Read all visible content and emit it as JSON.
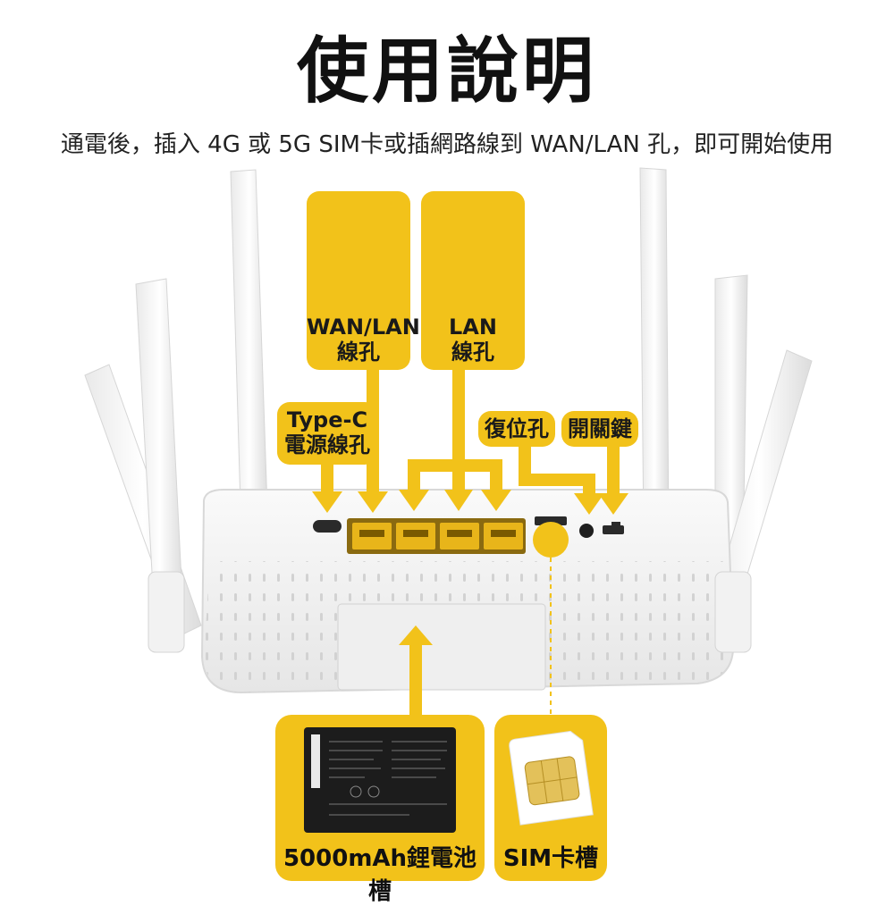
{
  "header": {
    "title": "使用說明",
    "subtitle": "通電後，插入 4G 或 5G SIM卡或插網路線到 WAN/LAN 孔，即可開始使用"
  },
  "labels": {
    "wan_lan": {
      "line1": "WAN/LAN",
      "line2": "線孔"
    },
    "lan": {
      "line1": "LAN",
      "line2": "線孔"
    },
    "type_c": {
      "line1": "Type-C",
      "line2": "電源線孔"
    },
    "reset": "復位孔",
    "power": "開關鍵"
  },
  "cards": {
    "battery": "5000mAh鋰電池槽",
    "sim": "SIM卡槽"
  },
  "colors": {
    "accent": "#f2c21a",
    "router_body": "#f4f4f4",
    "port": "#e8b51a"
  }
}
